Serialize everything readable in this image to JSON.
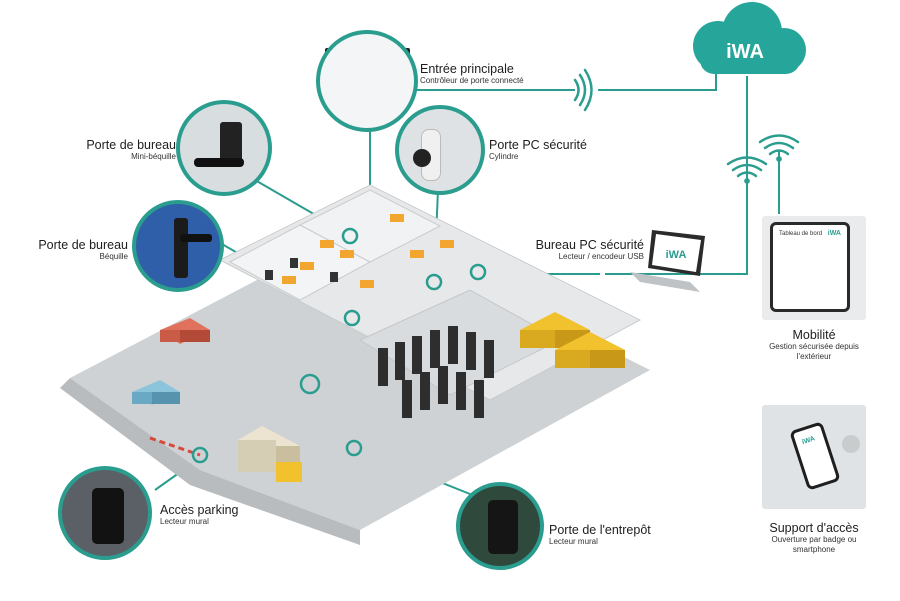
{
  "brand": {
    "logo_text": "iWA",
    "accent": "#2a9d8f",
    "cloud_color": "#26a69a"
  },
  "callouts": {
    "entree": {
      "title": "Entrée principale",
      "subtitle": "Contrôleur de porte connecté"
    },
    "bureau_mini": {
      "title": "Porte de bureau",
      "subtitle": "Mini-béquille"
    },
    "bureau_bequille": {
      "title": "Porte de bureau",
      "subtitle": "Béquille"
    },
    "pc_securite": {
      "title": "Porte PC sécurité",
      "subtitle": "Cylindre"
    },
    "bureau_pc": {
      "title": "Bureau PC sécurité",
      "subtitle": "Lecteur / encodeur USB"
    },
    "parking": {
      "title": "Accès parking",
      "subtitle": "Lecteur mural"
    },
    "entrepot": {
      "title": "Porte de l'entrepôt",
      "subtitle": "Lecteur mural"
    }
  },
  "panels": {
    "mobilite": {
      "title": "Mobilité",
      "subtitle": "Gestion sécurisée depuis l'extérieur"
    },
    "support": {
      "title": "Support d'accès",
      "subtitle": "Ouverture par badge ou smartphone"
    }
  },
  "screens": {
    "laptop_logo": "iWA",
    "tablet_heading": "Tableau de bord",
    "tablet_logo": "iWA",
    "phone_logo": "iWA"
  },
  "icons": [
    "cloud-icon",
    "wifi-icon",
    "laptop-icon",
    "tablet-icon",
    "smartphone-icon",
    "door-handle-icon",
    "wall-reader-icon",
    "cylinder-icon",
    "controller-icon"
  ]
}
